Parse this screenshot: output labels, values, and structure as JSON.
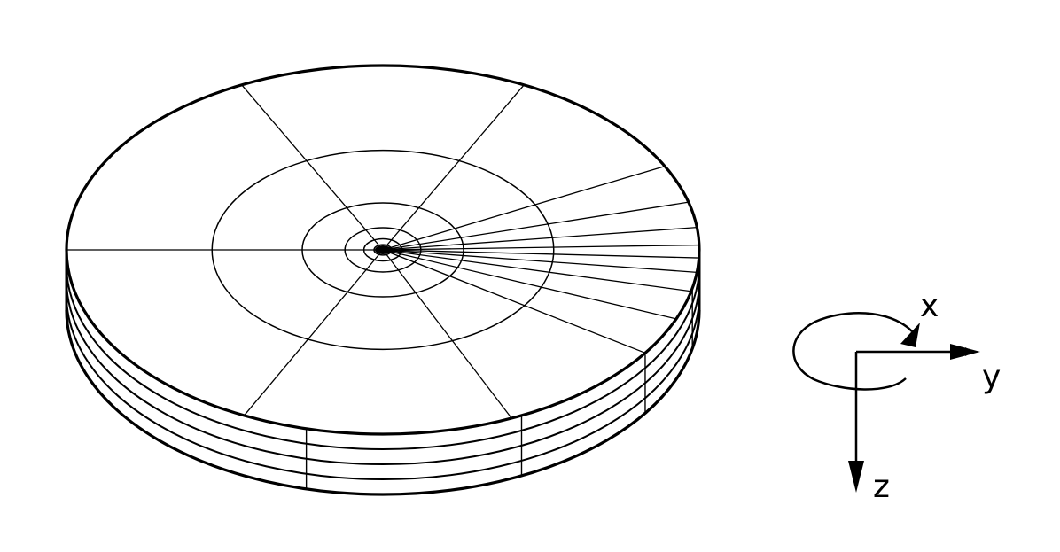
{
  "figure": {
    "stroke_color": "#000000",
    "background_color": "#ffffff",
    "disk": {
      "view": "isometric",
      "stacked_layers": 4,
      "radial_lines_broad": 6,
      "radial_lines_fan": 9,
      "concentric_rings": 5
    },
    "axes": {
      "x_label": "x",
      "y_label": "y",
      "z_label": "z",
      "rotation_about": "x"
    }
  }
}
